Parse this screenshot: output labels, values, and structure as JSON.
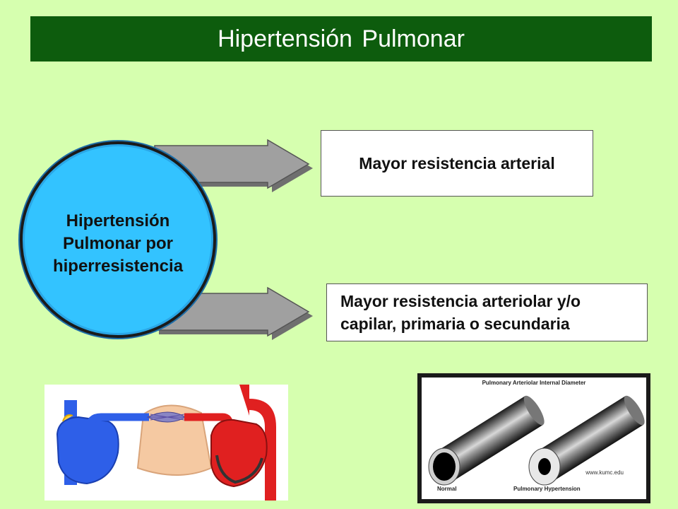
{
  "slide": {
    "title": "Hipertensión Pulmonar",
    "center_label": "Hipertensión\nPulmonar por\nhiperresistencia",
    "outcome_top": "Mayor resistencia arterial",
    "outcome_bottom": "Mayor resistencia arteriolar y/o\ncapilar, primaria o secundaria"
  },
  "figure_artery": {
    "title": "Pulmonary Arteriolar Internal Diameter",
    "label_normal": "Normal",
    "label_ph": "Pulmonary Hypertension",
    "credit": "www.kumc.edu"
  },
  "colors": {
    "title_bg": "#0d5c0d",
    "background": "#d6ffaf",
    "circle": "#33c3ff",
    "arrow": "#a0a0a0",
    "venous": "#2e5fe8",
    "arterial": "#e02020"
  }
}
